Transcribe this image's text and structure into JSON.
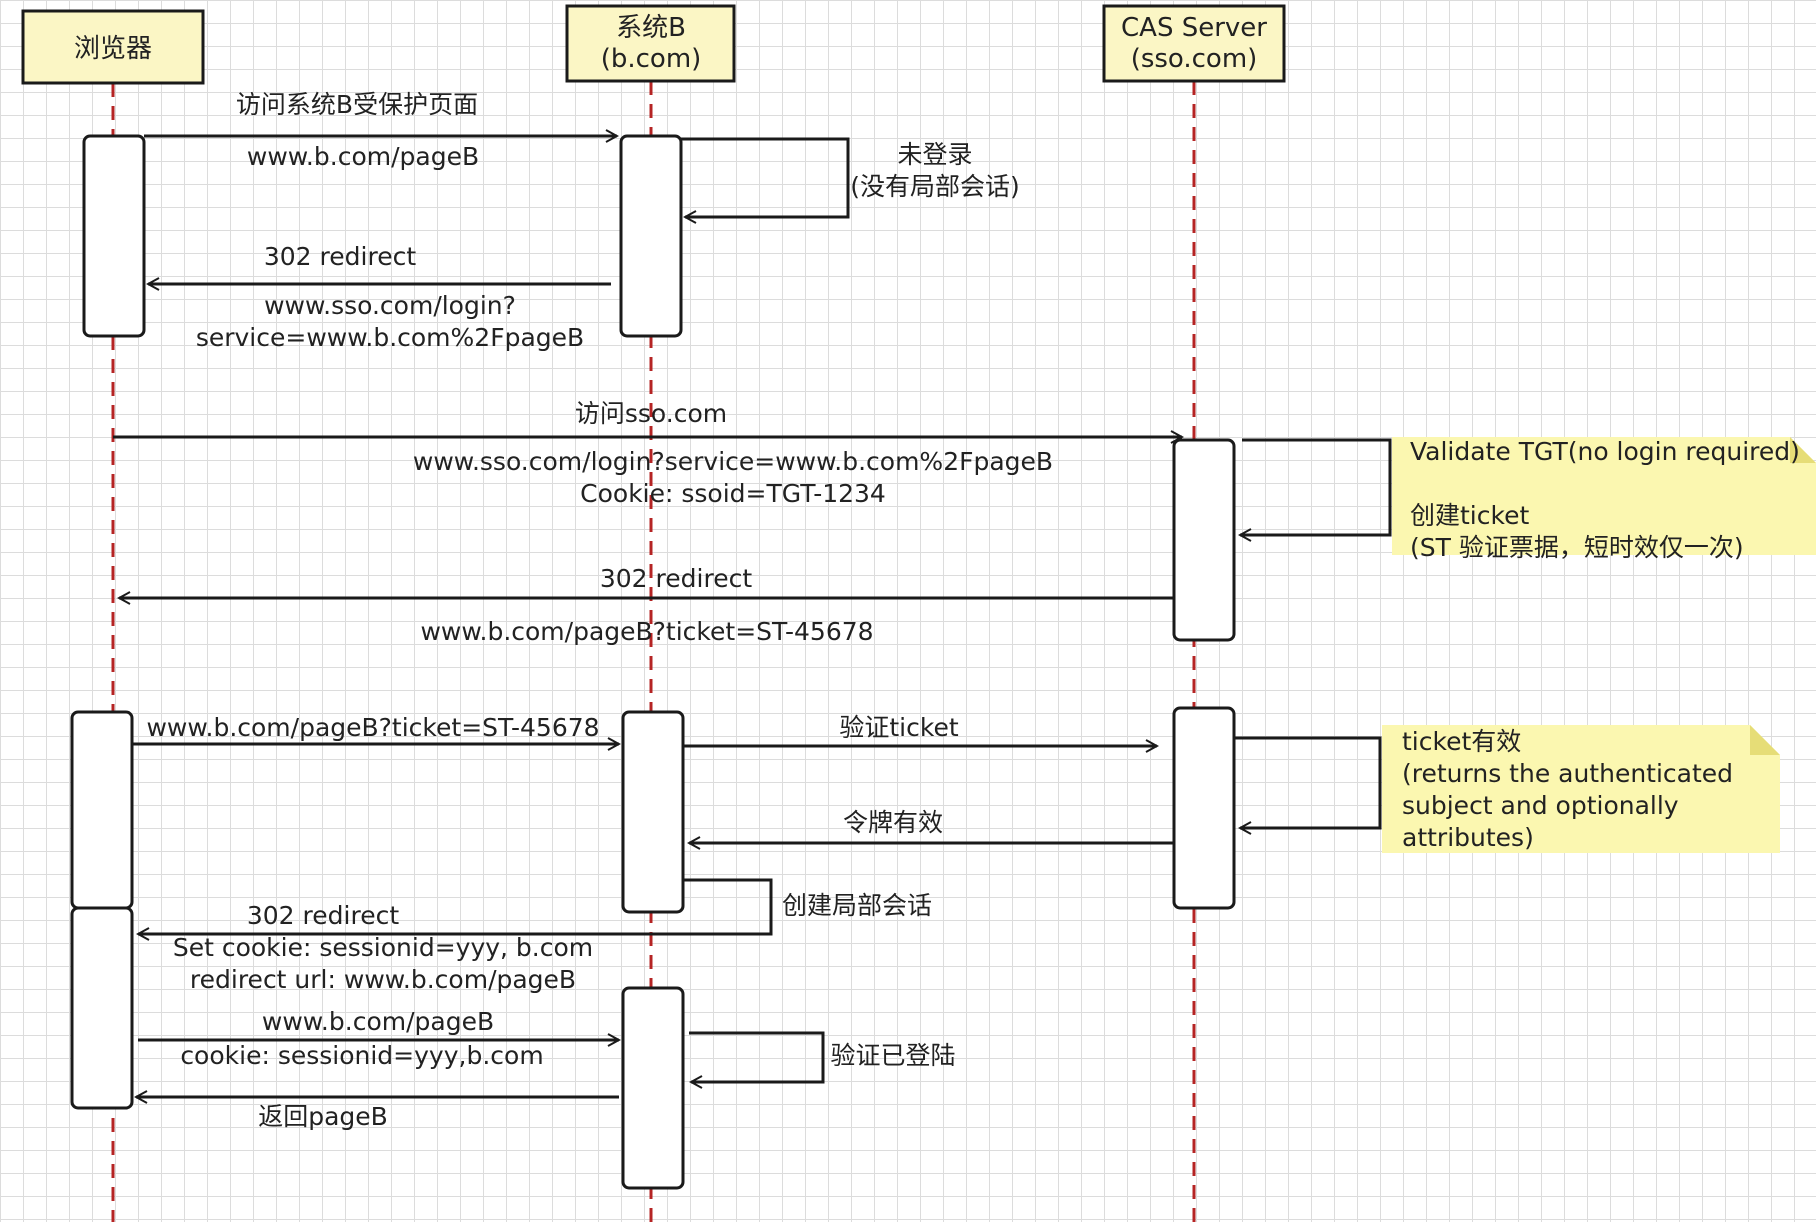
{
  "participants": {
    "browser": "浏览器",
    "systemB": [
      "系统B",
      "(b.com)"
    ],
    "cas": [
      "CAS Server",
      "(sso.com)"
    ]
  },
  "messages": {
    "m1_title": "访问系统B受保护页面",
    "m1_url": "www.b.com/pageB",
    "self1": [
      "未登录",
      "(没有局部会话)"
    ],
    "m2_title": "302 redirect",
    "m2_url": [
      "www.sso.com/login?",
      "service=www.b.com%2FpageB"
    ],
    "m3_title": "访问sso.com",
    "m3_url": "www.sso.com/login?service=www.b.com%2FpageB",
    "m3_cookie": "Cookie: ssoid=TGT-1234",
    "m4_title": "302 redirect",
    "m4_url": "www.b.com/pageB?ticket=ST-45678",
    "m5_url": "www.b.com/pageB?ticket=ST-45678",
    "m6_title": "验证ticket",
    "m7_title": "令牌有效",
    "self3": "创建局部会话",
    "m8": [
      "302 redirect",
      "Set cookie: sessionid=yyy, b.com",
      "redirect url: www.b.com/pageB"
    ],
    "m9": [
      "www.b.com/pageB",
      "cookie: sessionid=yyy,b.com"
    ],
    "self4": "验证已登陆",
    "m10": "返回pageB"
  },
  "notes": {
    "note1": [
      "Validate TGT(no login required)",
      "",
      "创建ticket",
      "(ST 验证票据，短时效仅一次)"
    ],
    "note2": [
      "ticket有效",
      "(returns the authenticated",
      "subject and optionally",
      "attributes)"
    ]
  },
  "colors": {
    "header_fill": "#fbf6c5",
    "note_fill": "#fbf7b0",
    "lifeline": "#b52424",
    "stroke": "#1a1a1a"
  }
}
